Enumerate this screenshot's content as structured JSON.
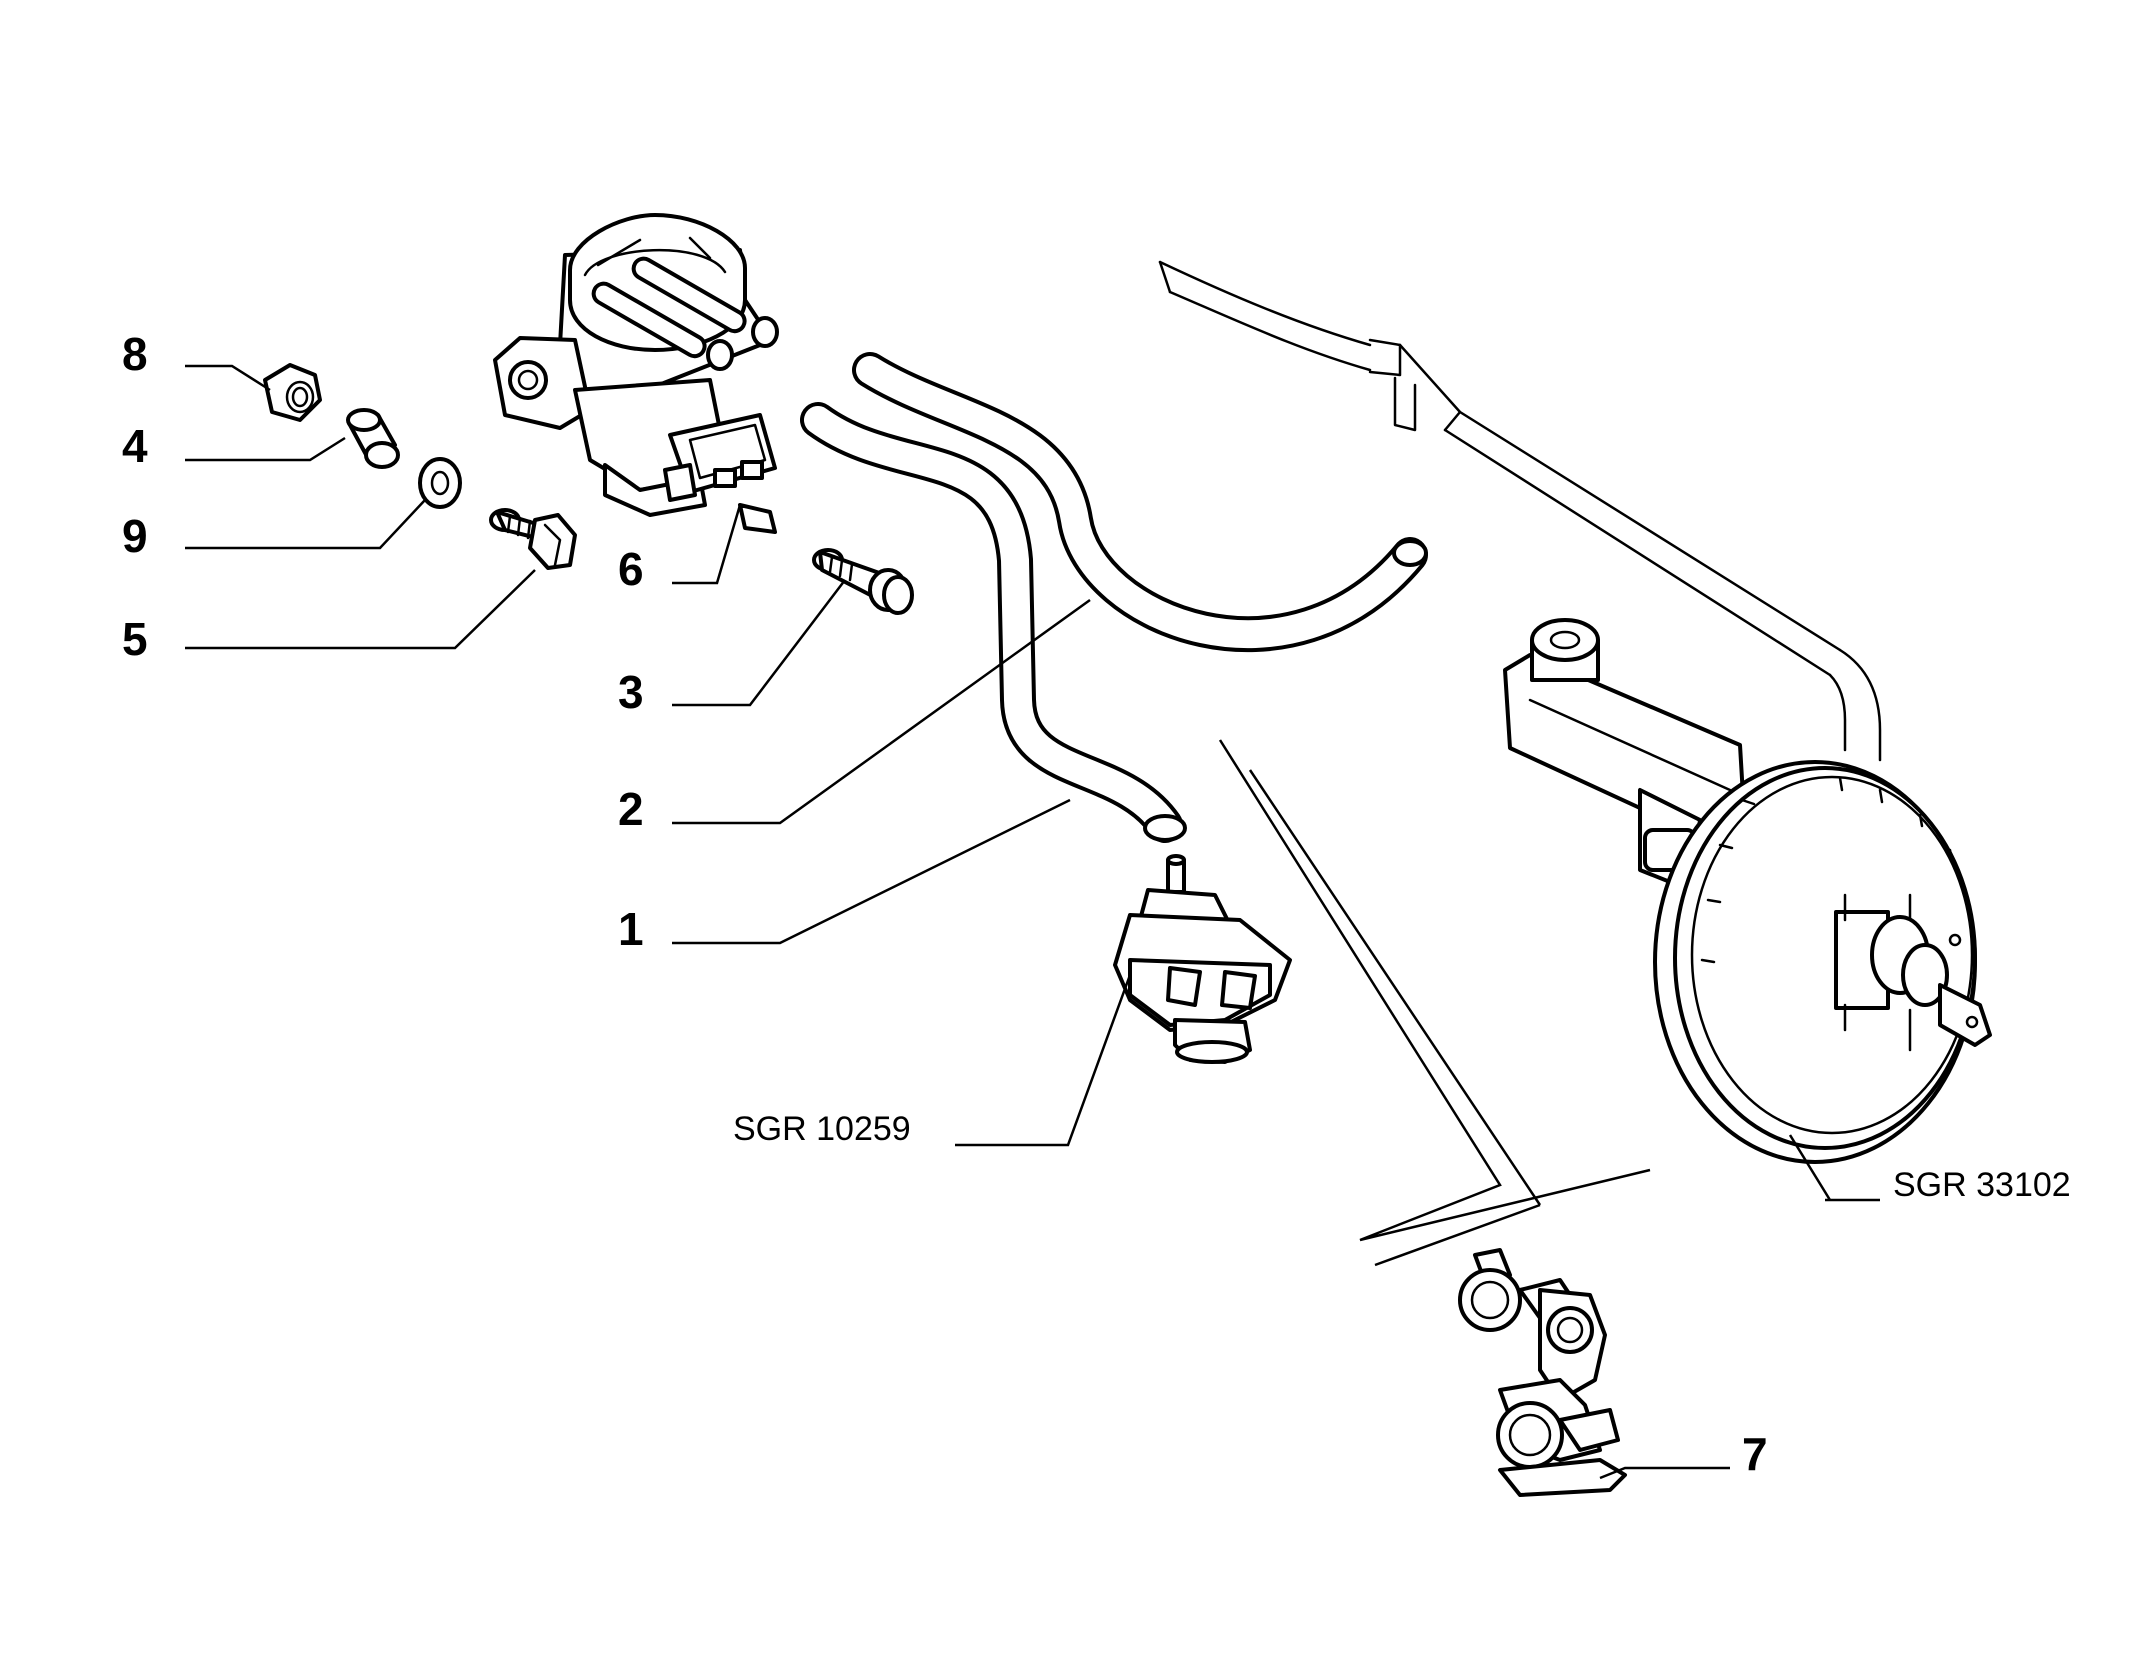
{
  "callouts": {
    "c8": "8",
    "c4": "4",
    "c9": "9",
    "c5": "5",
    "c6": "6",
    "c3": "3",
    "c2": "2",
    "c1": "1",
    "c7": "7"
  },
  "references": {
    "valve": "SGR 10259",
    "booster": "SGR 33102"
  }
}
